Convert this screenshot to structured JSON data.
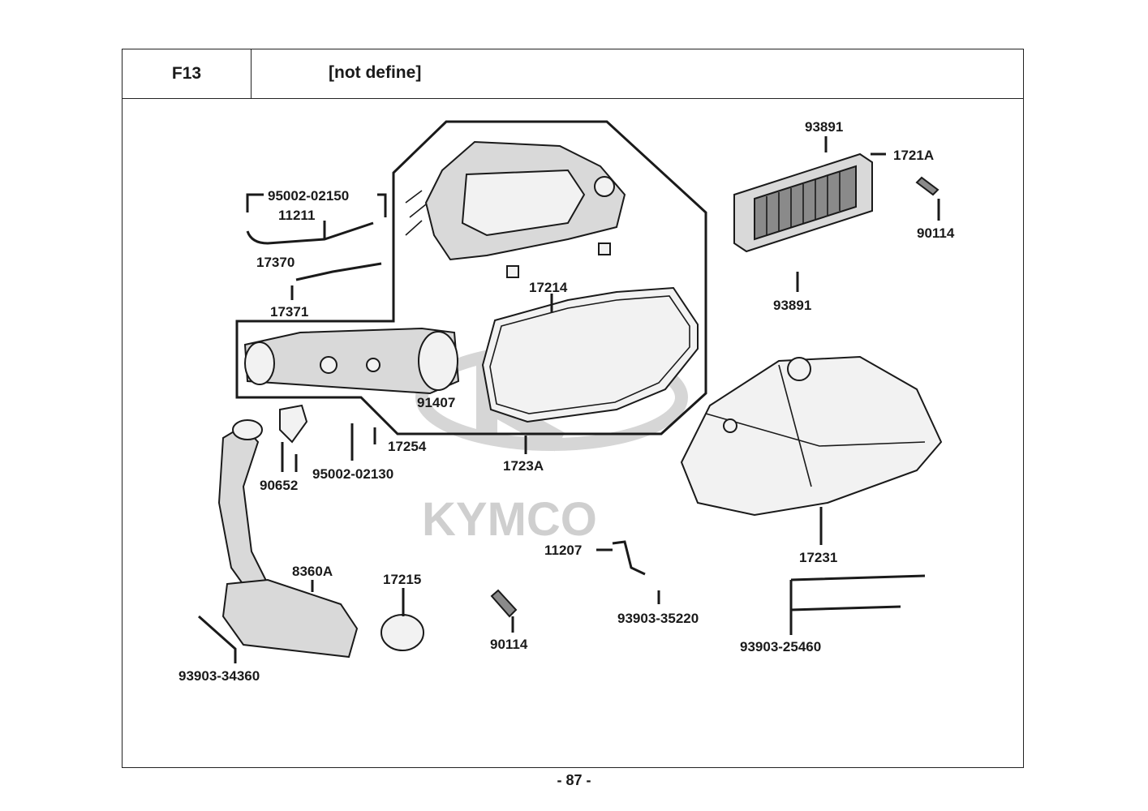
{
  "header": {
    "section_code": "F13",
    "title": "[not define]"
  },
  "watermark": {
    "brand": "KYMCO"
  },
  "footer": {
    "page": "- 87 -"
  },
  "labels": {
    "p93891_top": "93891",
    "p1721A": "1721A",
    "p90114_right": "90114",
    "p93891_bottom": "93891",
    "p95002_02150": "95002-02150",
    "p11211": "11211",
    "p17370": "17370",
    "p17371": "17371",
    "p17214": "17214",
    "p91407": "91407",
    "p17254": "17254",
    "p95002_02130": "95002-02130",
    "p1723A": "1723A",
    "p90652": "90652",
    "p8360A": "8360A",
    "p17215": "17215",
    "p90114_mid": "90114",
    "p11207": "11207",
    "p93903_35220": "93903-35220",
    "p17231": "17231",
    "p93903_25460": "93903-25460",
    "p93903_34360": "93903-34360"
  }
}
